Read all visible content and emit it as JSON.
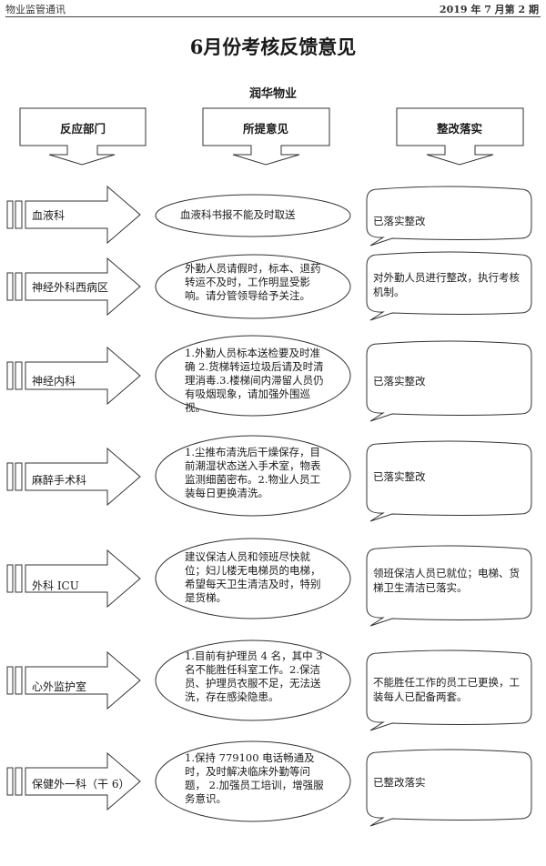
{
  "header": {
    "publication": "物业监管通讯",
    "issue": "2019 年 7 月第 2 期"
  },
  "title": "6月份考核反馈意见",
  "subtitle": "润华物业",
  "columns": {
    "department": "反应部门",
    "opinion": "所提意见",
    "rectification": "整改落实"
  },
  "rows": [
    {
      "department": "血液科",
      "opinion": "血液科书报不能及时取送",
      "rectification": "已落实整改"
    },
    {
      "department": "神经外科西病区",
      "opinion": "外勤人员请假时，标本、退药转运不及时，工作明显受影响。请分管领导给予关注。",
      "rectification": "对外勤人员进行整改，执行考核机制。"
    },
    {
      "department": "神经内科",
      "opinion": "1.外勤人员标本送检要及时准确 2.货梯转运垃圾后请及时清理消毒.3.楼梯间内滞留人员仍有吸烟现象，请加强外围巡视。",
      "rectification": "已落实整改"
    },
    {
      "department": "麻醉手术科",
      "opinion": "1.尘推布清洗后干燥保存，目前潮湿状态送入手术室，物表监测细菌密布。2.物业人员工装每日更换清洗。",
      "rectification": "已落实整改"
    },
    {
      "department": "外科 ICU",
      "opinion": "建议保洁人员和领班尽快就位；妇儿楼无电梯员的电梯，希望每天卫生清洁及时，特别是货梯。",
      "rectification": "领班保洁人员已就位；电梯、货梯卫生清洁已落实。"
    },
    {
      "department": "心外监护室",
      "opinion": "1.目前有护理员 4 名，其中 3 名不能胜任科室工作。2.保洁员、护理员衣服不足，无法送洗，存在感染隐患。",
      "rectification": "不能胜任工作的员工已更换，工装每人已配备两套。"
    },
    {
      "department": "保健外一科（干 6）",
      "opinion": "1.保持 779100 电话畅通及时，及时解决临床外勤等问题， 2.加强员工培训，增强服务意识。",
      "rectification": "已整改落实"
    }
  ]
}
